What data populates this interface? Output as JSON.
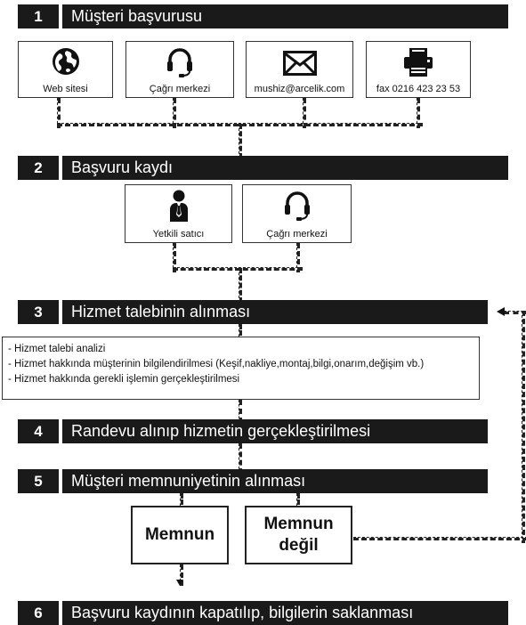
{
  "steps": [
    {
      "number": "1",
      "title": "Müşteri başvurusu"
    },
    {
      "number": "2",
      "title": "Başvuru kaydı"
    },
    {
      "number": "3",
      "title": "Hizmet talebinin alınması"
    },
    {
      "number": "4",
      "title": "Randevu alınıp hizmetin gerçekleştirilmesi"
    },
    {
      "number": "5",
      "title": "Müşteri memnuniyetinin alınması"
    },
    {
      "number": "6",
      "title": "Başvuru kaydının kapatılıp, bilgilerin saklanması"
    }
  ],
  "channels": [
    {
      "label": "Web sitesi",
      "icon": "globe-icon"
    },
    {
      "label": "Çağrı merkezi",
      "icon": "headset-icon"
    },
    {
      "label": "mushiz@arcelik.com",
      "icon": "envelope-icon"
    },
    {
      "label": "fax 0216 423 23 53",
      "icon": "fax-icon"
    }
  ],
  "registration": [
    {
      "label": "Yetkili satıcı",
      "icon": "person-icon"
    },
    {
      "label": "Çağrı merkezi",
      "icon": "headset-icon"
    }
  ],
  "analysis_lines": [
    "- Hizmet talebi analizi",
    "- Hizmet hakkında müşterinin bilgilendirilmesi (Keşif,nakliye,montaj,bilgi,onarım,değişim vb.)",
    "- Hizmet hakkında gerekli işlemin gerçekleştirilmesi"
  ],
  "outcomes": {
    "satisfied": "Memnun",
    "unsatisfied_line1": "Memnun",
    "unsatisfied_line2": "değil"
  }
}
